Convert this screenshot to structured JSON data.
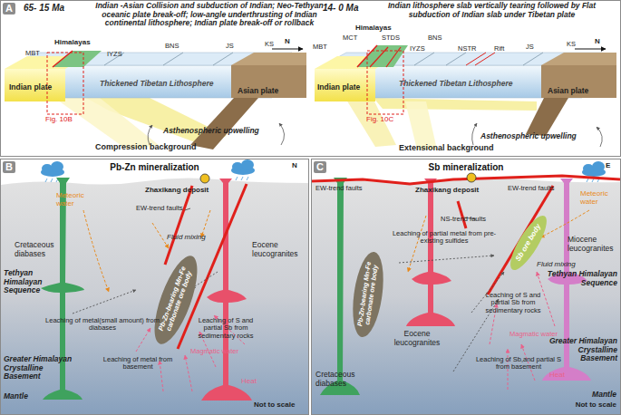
{
  "diagram": {
    "nodes": [
      {
        "text": [
          "A"
        ]
      },
      {
        "text": [
          "B",
          "Pb-Zn mineralization"
        ]
      },
      {
        "text": [
          "Pb-Zn-bearing Mn-Fe carbonate ore body"
        ],
        "in": 1
      },
      {
        "text": [
          "C",
          "Sb mineralization"
        ]
      },
      {
        "text": [
          "Pb-Zn-bearing Mn-Fe carbonate ore body"
        ],
        "in": 3
      },
      {
        "text": [
          "Sb ore body"
        ],
        "in": 3
      }
    ],
    "labels": [
      "65- 15 Ma",
      "Indian -Asian Collision and subduction of Indian; Neo-Tethyan oceanic plate break-off; low-angle underthrusting of Indian continental lithosphere; Indian plate break-off or rollback",
      "Himalayas",
      "MBT",
      "IYZS",
      "BNS",
      "JS",
      "KS",
      "N",
      "Indian plate",
      "Thickened Tibetan Lithosphere",
      "Asian plate",
      "Fig. 10B",
      "Asthenospheric upwelling",
      "Compression background",
      "14- 0 Ma",
      "Indian lithosphere slab vertically tearing followed by Flat subduction of Indian slab under Tibetan plate",
      "Himalayas",
      "MCT",
      "STDS",
      "BNS",
      "MBT",
      "IYZS",
      "NSTR",
      "Rift",
      "JS",
      "KS",
      "N",
      "Indian plate",
      "Thickened Tibetan Lithosphere",
      "Asian plate",
      "Fig. 10C",
      "Asthenospheric upwelling",
      "Extensional background",
      "N",
      "Meteoric water",
      "Zhaxikang deposit",
      "EW-trend faults",
      "Fluid mixing",
      "Cretaceous diabases",
      "Eocene leucogranites",
      "Tethyan Himalayan Sequence",
      "Leaching of metal(small amount) from diabases",
      "Leaching of S and partial Sb from sedimentary rocks",
      "Magmatic water",
      "Leaching of metal from basement",
      "Greater Himalayan Crystalline Basement",
      "Heat",
      "Mantle",
      "Not to scale",
      "E",
      "EW-trend faults",
      "Zhaxikang deposit",
      "EW-trend faults",
      "Meteoric water",
      "NS-trend faults",
      "Leaching of partial metal from pre-existing sulfides",
      "Fluid mixing",
      "Miocene leucogranites",
      "Tethyan Himalayan Sequence",
      "Leaching of S and partial Sb from sedimentary rocks",
      "Eocene leucogranites",
      "Magmatic water",
      "Greater Himalayan Crystalline Basement",
      "Leaching of Sb,and partial S from basement",
      "Heat",
      "Cretaceous diabases",
      "Mantle",
      "Not to scale"
    ]
  }
}
